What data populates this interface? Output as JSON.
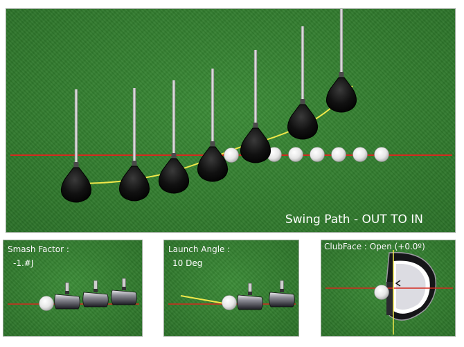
{
  "main_panel": {
    "caption": "Swing Path - OUT TO IN",
    "icons": [
      "golf-driver-icon",
      "golf-ball-icon"
    ],
    "colors": {
      "target_line": "#d42a1f",
      "swing_path": "#f2e84a",
      "grass": "#2f7a2d"
    }
  },
  "smash_panel": {
    "label": "Smash Factor :",
    "value": "-1.#J"
  },
  "launch_panel": {
    "label": "Launch Angle :",
    "value": "10 Deg"
  },
  "clubface_panel": {
    "label": "ClubFace : Open (+0.0º)"
  }
}
